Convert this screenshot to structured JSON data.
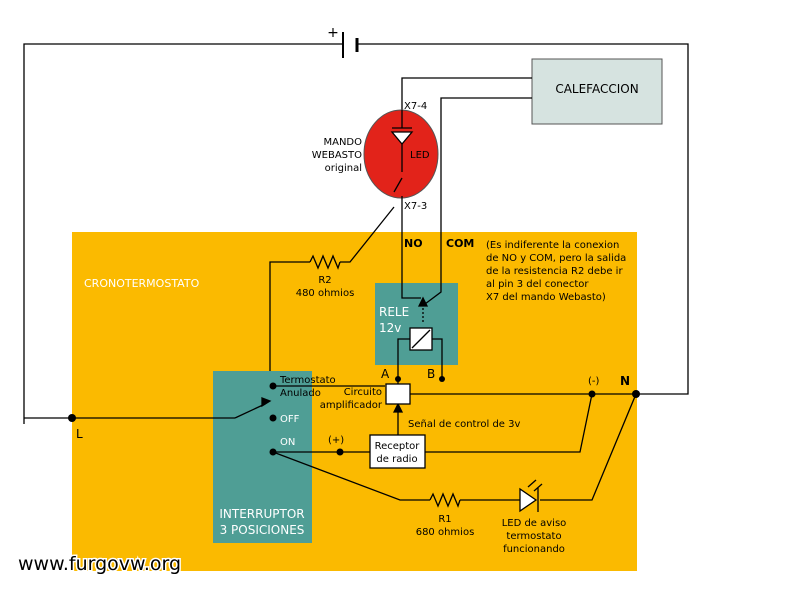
{
  "colors": {
    "panel": "#FBBA00",
    "module": "#4F9E95",
    "heater_box": "#D6E3E0",
    "mando": "#E2231A",
    "wire": "#000000",
    "watermark": "#000000"
  },
  "labels": {
    "calefaccion": "CALEFACCION",
    "mando_1": "MANDO",
    "mando_2": "WEBASTO",
    "mando_3": "original",
    "led": "LED",
    "x7_4": "X7-4",
    "x7_3": "X7-3",
    "no": "NO",
    "com": "COM",
    "note_1": "(Es indiferente la conexion",
    "note_2": "de NO y COM, pero la salida",
    "note_3": "de la resistencia R2 debe ir",
    "note_4": "al pin 3 del conector",
    "note_5": "X7 del mando Webasto)",
    "cronotermostato": "CRONOTERMOSTATO",
    "r2": "R2",
    "r2_value": "480 ohmios",
    "rele_1": "RELE",
    "rele_2": "12v",
    "a": "A",
    "b": "B",
    "termostato_1": "Termostato",
    "termostato_2": "Anulado",
    "off": "OFF",
    "on": "ON",
    "circuito_1": "Circuito",
    "circuito_2": "amplificador",
    "minus": "(-)",
    "n": "N",
    "l": "L",
    "plus": "(+)",
    "senal": "Señal de control de 3v",
    "receptor_1": "Receptor",
    "receptor_2": "de radio",
    "interruptor_1": "INTERRUPTOR",
    "interruptor_2": "3 POSICIONES",
    "r1": "R1",
    "r1_value": "680 ohmios",
    "led_aviso_1": "LED de aviso",
    "led_aviso_2": "termostato",
    "led_aviso_3": "funcionando",
    "battery_plus": "+",
    "watermark": "www.furgovw.org"
  }
}
